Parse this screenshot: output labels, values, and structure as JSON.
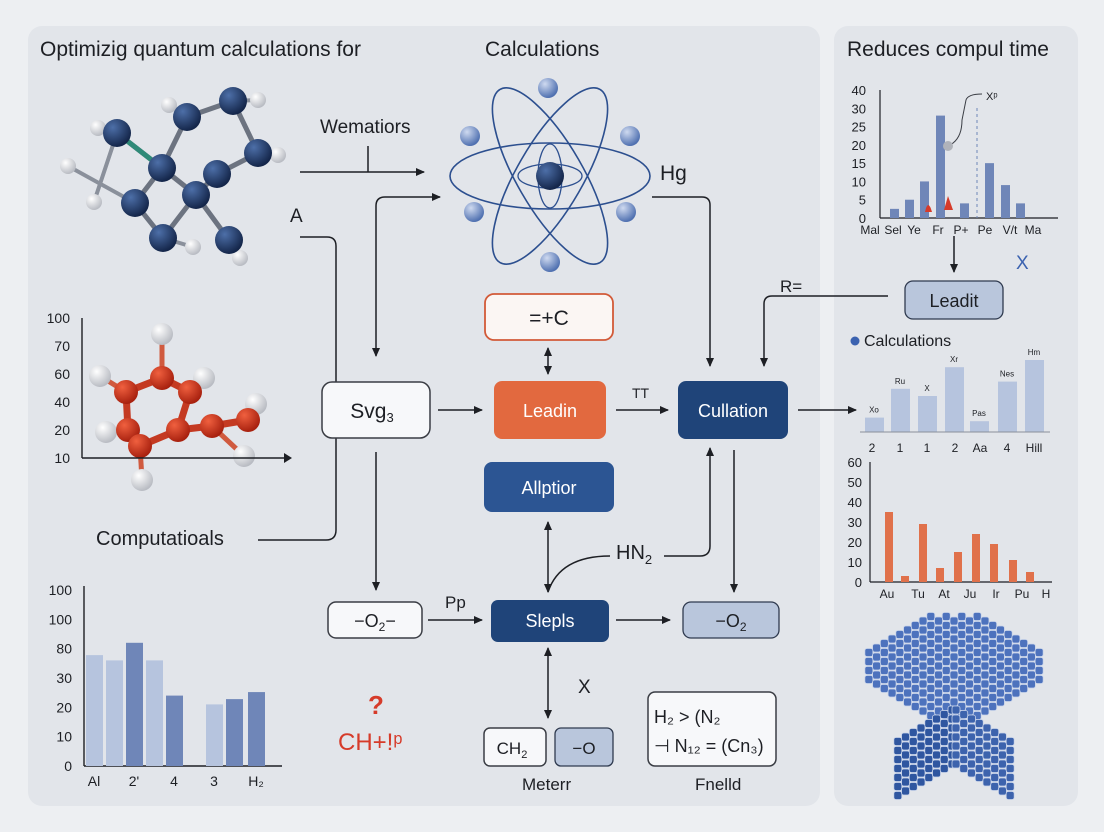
{
  "titles": {
    "left": "Optimizig quantum calculations for",
    "center": "Calculations",
    "right": "Reduces compul time"
  },
  "labels": {
    "wemations": "Wematiors",
    "a": "A",
    "hg": "Hg",
    "computational": "Computatioals",
    "r_eq": "R=",
    "tt": "TT",
    "pp": "Pp",
    "x_mid": "X",
    "x_right": "X",
    "hn2": "HN",
    "question": "?",
    "chem_formula": "CH+!ᵖ",
    "meterr": "Meterr",
    "fnelld": "Fnelld"
  },
  "nodes": {
    "eq_c": "=+C",
    "svg3": "Svg",
    "leadin": "Leadin",
    "allptior": "Allptior",
    "cullation": "Cullation",
    "o2_left": "−O",
    "slepls": "Slepls",
    "o2_right": "−O",
    "leadit": "Leadit",
    "ch2": "CH",
    "minus_o": "−O",
    "formula_line1": "H₂  >  (N₂",
    "formula_line2": "⊣ N₁₂ = (Cn₃)"
  },
  "colors": {
    "navy": "#1f4479",
    "blue": "#2c5593",
    "orange": "#e2693f",
    "light_blue": "#b9c6dc",
    "red_accent": "#d63b2a",
    "bar_blue": "#6f86b8",
    "bar_light": "#b6c4de",
    "bar_orange": "#e0714b"
  },
  "chart_data": [
    {
      "type": "bar",
      "categories": [
        "Al",
        "",
        "2'",
        "",
        "4",
        "3",
        "",
        "H₂"
      ],
      "values": [
        63,
        60,
        70,
        60,
        40,
        35,
        38,
        42
      ],
      "ylabel_ticks": [
        "0",
        "10",
        "20",
        "30",
        "80",
        "100",
        "100"
      ],
      "colors": [
        "#b6c4de",
        "#b6c4de",
        "#6f86b8",
        "#b6c4de",
        "#6f86b8",
        "#b6c4de",
        "#6f86b8",
        "#6f86b8"
      ]
    },
    {
      "type": "scatter",
      "y_ticks": [
        "10",
        "20",
        "40",
        "60",
        "70",
        "100"
      ]
    },
    {
      "type": "bar",
      "categories": [
        "Mal",
        "Sel",
        "Ye",
        "Fr",
        "P+",
        "Pe",
        "V/t",
        "Ma"
      ],
      "y_ticks": [
        0,
        5,
        10,
        15,
        20,
        25,
        30,
        40
      ],
      "values": [
        2.5,
        5,
        10,
        28,
        4,
        15,
        9,
        4
      ],
      "annotation": "Xᵖ",
      "colors": [
        "#6f86b8",
        "#6f86b8",
        "#6f86b8",
        "#6f86b8",
        "#6f86b8",
        "#6f86b8",
        "#6f86b8",
        "#6f86b8"
      ]
    },
    {
      "type": "bar",
      "legend": "Calculations",
      "categories": [
        "2",
        "1",
        "1",
        "2",
        "Aa",
        "4",
        "Hill"
      ],
      "values": [
        2,
        6,
        5,
        9,
        1.5,
        7,
        10
      ],
      "data_labels": [
        "Xo",
        "Ru",
        "X",
        "Xr",
        "Pas",
        "Nes",
        "Hm"
      ]
    },
    {
      "type": "bar",
      "categories": [
        "Au",
        "Tu",
        "At",
        "Ju",
        "Ir",
        "Pu",
        "H"
      ],
      "y_ticks": [
        0,
        10,
        20,
        30,
        40,
        50,
        60
      ],
      "values": [
        35,
        3,
        29,
        7,
        15,
        24,
        19,
        11,
        5
      ]
    }
  ]
}
